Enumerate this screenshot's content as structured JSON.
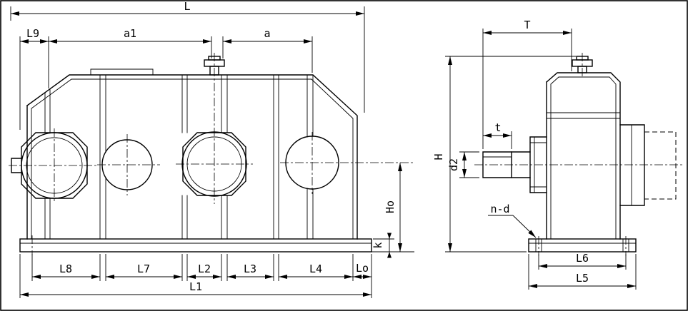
{
  "colors": {
    "ink": "#000000",
    "paper": "#ffffff"
  },
  "dims": {
    "L": "L",
    "L9": "L9",
    "a1": "a1",
    "a": "a",
    "T": "T",
    "H": "H",
    "d2": "d2",
    "t": "t",
    "Ho": "Ho",
    "k": "k",
    "L8": "L8",
    "L7": "L7",
    "L2": "L2",
    "L3": "L3",
    "L4": "L4",
    "Lo": "Lo",
    "L1": "L1",
    "n_d": "n-d",
    "L6": "L6",
    "L5": "L5"
  }
}
